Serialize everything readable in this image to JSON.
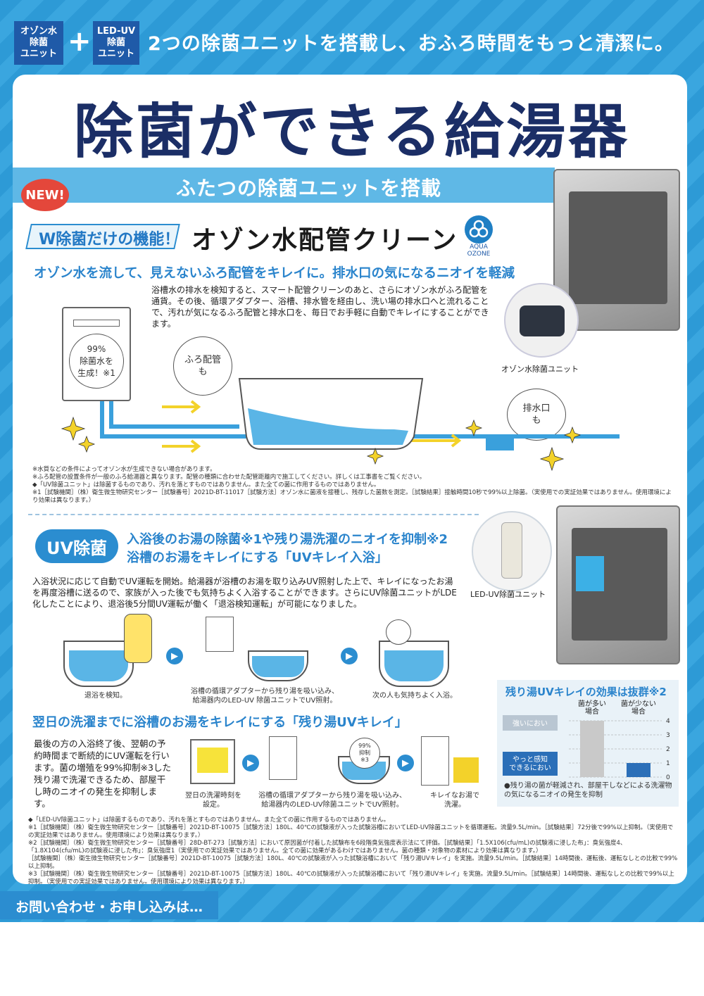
{
  "header": {
    "badge1": "オゾン水\n除菌\nユニット",
    "plus": "+",
    "badge2": "LED-UV\n除菌\nユニット",
    "tagline": "2つの除菌ユニットを搭載し、おふろ時間をもっと清潔に。"
  },
  "title": "除菌ができる給湯器",
  "subbar": "ふたつの除菌ユニットを搭載",
  "new_badge": "NEW!",
  "ozone": {
    "w_tag": "W除菌だけの機能！",
    "name": "オゾン水配管クリーン",
    "logo_text": "AQUA\nOZONE",
    "headline": "オゾン水を流して、見えないふろ配管をキレイに。排水口の気になるニオイを軽減",
    "body": "浴槽水の排水を検知すると、スマート配管クリーンのあと、さらにオゾン水がふろ配管を通貨。その後、循環アダプター、浴槽、排水管を経由し、洗い場の排水口へと流れることで、汚れが気になるふろ配管と排水口を、毎日でお手軽に自動でキレイにすることができます。",
    "unit_caption": "オゾン水除菌ユニット",
    "heater_bubble": "99%\n除菌水を\n生成！※1",
    "bubble_pipe": "ふろ配管\nも",
    "bubble_drain": "排水口\nも",
    "notes": [
      "※水質などの条件によってオゾン水が生成できない場合があります。",
      "※ふろ配管の設置条件が一般のふろ給湯器と異なります。配管の種類に合わせた配管距離内で施工してください。詳しくは工事書をご覧ください。",
      "◆「UV除菌ユニット」は除菌するものであり、汚れを落とすものではありません。また全ての菌に作用するものではありません。",
      "※1［試験機関］（株）衛生微生物研究センター［試験番号］2021D-BT-11017［試験方法］オゾン水に菌液を接種し、残存した菌数を測定。［試験結果］接触時間10秒で99%以上除菌。（実使用での実証効果ではありません。使用環境により効果は異なります。）"
    ]
  },
  "uv": {
    "pill": "UV除菌",
    "headline1": "入浴後のお湯の除菌※1や残り湯洗濯のニオイを抑制※2",
    "headline2": "浴槽のお湯をキレイにする「UVキレイ入浴」",
    "body": "入浴状況に応じて自動でUV運転を開始。給湯器が浴槽のお湯を取り込みUV照射した上で、キレイになったお湯を再度浴槽に送るので、家族が入った後でも気持ちよく入浴することができます。さらにUV除菌ユニットがLDE化したことにより、退浴後5分間UV運転が働く「退浴検知運転」が可能になりました。",
    "unit_caption": "LED-UV除菌ユニット",
    "step1": "退浴を検知。",
    "step2": "浴槽の循環アダプターから残り湯を吸い込み、\n給湯器内のLED-UV 除菌ユニットでUV照射。",
    "step3": "次の人も気持ちよく入浴。",
    "headline3": "翌日の洗濯までに浴槽のお湯をキレイにする「残り湯UVキレイ」",
    "body2": "最後の方の入浴終了後、翌朝の予約時間まで断続的にUV運転を行います。菌の増殖を99%抑制※3した残り湯で洗濯できるため、部屋干し時のニオイの発生を抑制します。",
    "step4": "翌日の洗濯時刻を\n設定。",
    "step5": "浴槽の循環アダプターから残り湯を吸い込み、\n給湯器内のLED-UV除菌ユニットでUV照射。",
    "step6": "キレイなお湯で\n洗濯。",
    "bubble_99": "99%\n抑制\n※3"
  },
  "chart_data": {
    "type": "bar",
    "title": "残り湯UVキレイの効果は抜群※2",
    "categories": [
      "菌が多い\n場合",
      "菌が少ない\n場合"
    ],
    "values": [
      4,
      1
    ],
    "ylim": [
      0,
      4
    ],
    "yticks": [
      "0",
      "1",
      "2",
      "3",
      "4"
    ],
    "label_strong": "強いにおい",
    "label_weak": "やっと感知\nできるにおい",
    "note": "●残り湯の菌が軽減され、部屋干しなどによる洗濯物の気になるニオイの発生を抑制",
    "colors": {
      "high": "#c9c9c9",
      "low": "#2b6fb8"
    }
  },
  "footnotes": [
    "◆「LED-UV除菌ユニット」は除菌するものであり、汚れを落とすものではありません。また全ての菌に作用するものではありません。",
    "※1［試験機関］（株）衛生微生物研究センター［試験番号］2021D-BT-10075［試験方法］180L、40℃の試験液が入った試験浴槽においてLED-UV除菌ユニットを循環運転。流量9.5L/min。［試験結果］72分後で99%以上抑制。（実使用での実証効果ではありません。使用環境により効果は異なります。）",
    "※2［試験機関］（株）衛生微生物研究センター［試験番号］28D-BT-273［試験方法］において原因菌が付着した試験布を6段階臭気強度表示法にて評価。［試験結果］「1.5X106(cfu/mL)の試験液に浸した布」：臭気強度4、「1.8X104(cfu/mL)の試験液に浸した布」：臭気強度1（実使用での実証効果ではありません。全ての菌に効果があるわけではありません。菌の種類・対象物の素材により効果は異なります。）",
    "［試験機関］（株）衛生微生物研究センター［試験番号］2021D-BT-10075［試験方法］180L、40℃の試験液が入った試験浴槽において「残り湯UVキレイ」を実施。流量9.5L/min。［試験結果］14時間後、運転後、運転なしとの比較で99%以上抑制。",
    "※3［試験機関］（株）衛生微生物研究センター［試験番号］2021D-BT-10075［試験方法］180L、40℃の試験液が入った試験浴槽において「残り湯UVキレイ」を実施。流量9.5L/min。［試験結果］14時間後、運転なしとの比較で99%以上抑制。（実使用での実証効果ではありません。使用環境により効果は異なります。）"
  ],
  "footer": "お問い合わせ・お申し込みは…"
}
